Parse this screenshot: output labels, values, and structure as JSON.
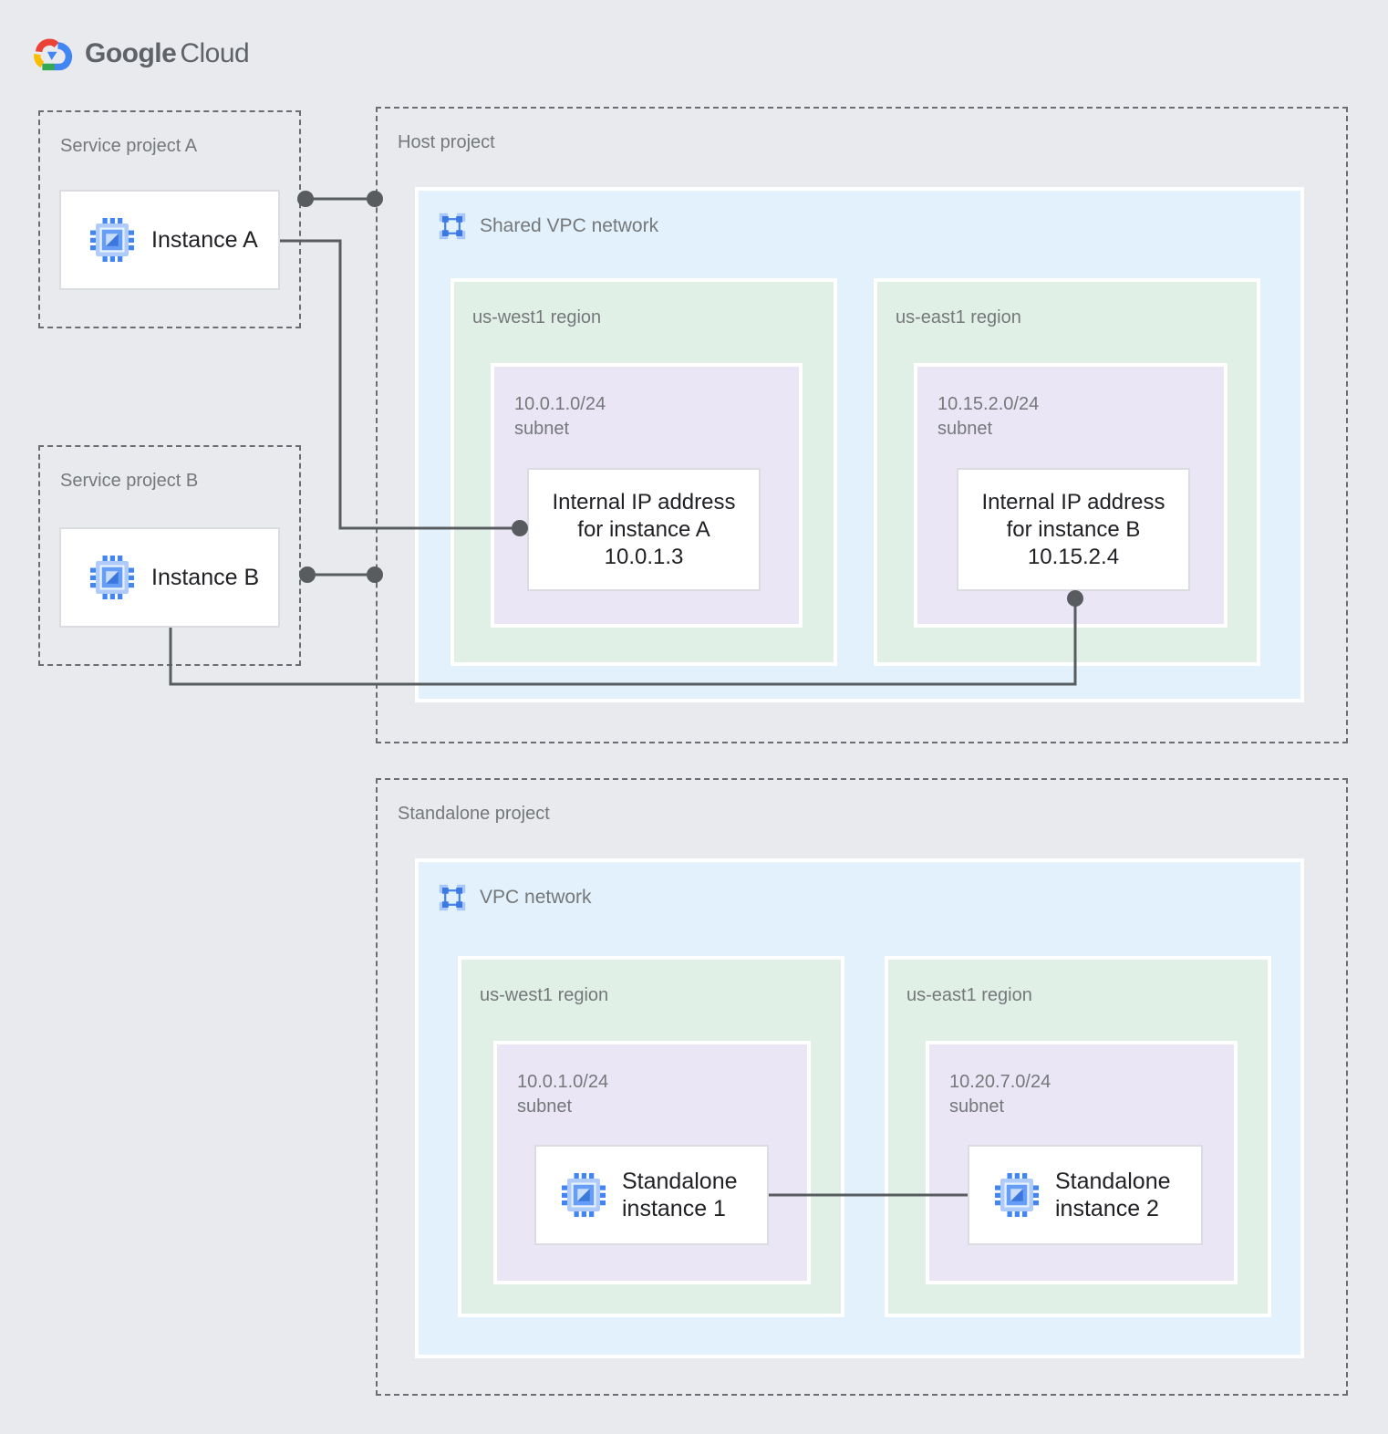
{
  "logo": {
    "part1": "Google",
    "part2": "Cloud"
  },
  "projects": {
    "service_a": {
      "label": "Service project A",
      "instance_label": "Instance A"
    },
    "service_b": {
      "label": "Service project B",
      "instance_label": "Instance B"
    },
    "host": {
      "label": "Host project",
      "network": {
        "label": "Shared VPC network"
      },
      "regions": [
        {
          "label": "us-west1 region",
          "subnet": {
            "cidr": "10.0.1.0/24",
            "word": "subnet"
          },
          "ip_card": {
            "line1": "Internal IP address",
            "line2": "for instance A",
            "line3": "10.0.1.3"
          }
        },
        {
          "label": "us-east1 region",
          "subnet": {
            "cidr": "10.15.2.0/24",
            "word": "subnet"
          },
          "ip_card": {
            "line1": "Internal IP address",
            "line2": "for instance B",
            "line3": "10.15.2.4"
          }
        }
      ]
    },
    "standalone": {
      "label": "Standalone project",
      "network": {
        "label": "VPC network"
      },
      "regions": [
        {
          "label": "us-west1 region",
          "subnet": {
            "cidr": "10.0.1.0/24",
            "word": "subnet"
          },
          "instance": {
            "line1": "Standalone",
            "line2": "instance 1"
          }
        },
        {
          "label": "us-east1 region",
          "subnet": {
            "cidr": "10.20.7.0/24",
            "word": "subnet"
          },
          "instance": {
            "line1": "Standalone",
            "line2": "instance 2"
          }
        }
      ]
    }
  },
  "icons": {
    "logo": "google-cloud-logo-icon",
    "instance": "compute-engine-icon",
    "network": "vpc-network-icon"
  },
  "colors": {
    "background": "#e8eaed",
    "zone-blue": "#e2f1fb",
    "zone-green": "#e1f0e7",
    "zone-purple": "#ebe6f5",
    "card-border": "#dadce0",
    "label-gray": "#75787b",
    "text-dark": "#202124",
    "dash-border": "#6a6e72",
    "connector": "#595c5f",
    "logo-gray": "#5f6368",
    "icon-blue": "#4285f4",
    "icon-light-blue": "#aecbfa",
    "logo-red": "#ea4335",
    "logo-yellow": "#fbbc04",
    "logo-green": "#34a853"
  }
}
